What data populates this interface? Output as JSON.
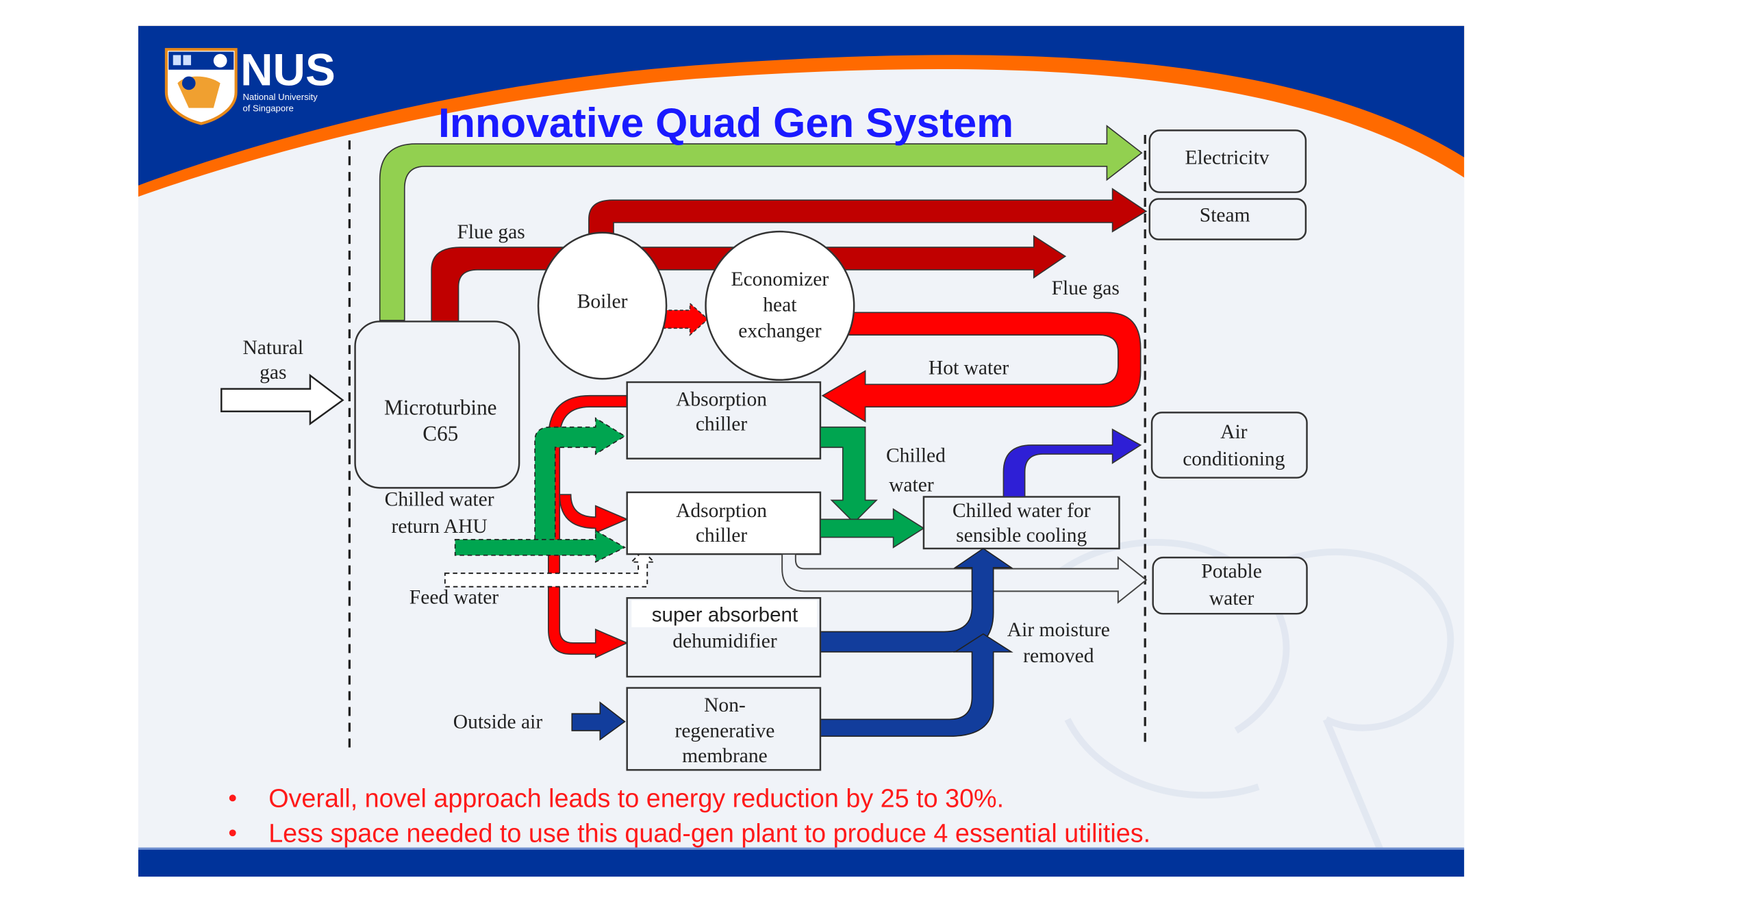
{
  "slide": {
    "title": "Innovative Quad Gen System",
    "logo": {
      "acronym": "NUS",
      "line1": "National University",
      "line2": "of Singapore",
      "icon": "nus-crest-icon"
    },
    "colors": {
      "header_blue": "#00339a",
      "accent_orange": "#ff6a00",
      "background": "#f0f3f8",
      "title_blue": "#1a1aff",
      "bullet_red": "#ff1a1a",
      "electricity_green": "#92d050",
      "flue_red": "#c00000",
      "hot_water_red": "#ff0000",
      "chilled_green": "#00a550",
      "air_blue": "#2e1fd6",
      "moisture_blue": "#123d9c"
    },
    "bullets": [
      "Overall, novel approach leads to energy reduction by 25 to 30%.",
      "Less space needed to use this quad-gen plant to produce 4 essential utilities."
    ]
  },
  "diagram": {
    "inputs": {
      "natural_gas_l1": "Natural",
      "natural_gas_l2": "gas",
      "chilled_return_l1": "Chilled water",
      "chilled_return_l2": "return AHU",
      "feed_water": "Feed water",
      "outside_air": "Outside air"
    },
    "components": {
      "microturbine_l1": "Microturbine",
      "microturbine_l2": "C65",
      "boiler": "Boiler",
      "economizer_l1": "Economizer",
      "economizer_l2": "heat",
      "economizer_l3": "exchanger",
      "absorption_l1": "Absorption",
      "absorption_l2": "chiller",
      "adsorption_l1": "Adsorption",
      "adsorption_l2": "chiller",
      "dehumidifier_l1": "super absorbent",
      "dehumidifier_l2": "dehumidifier",
      "membrane_l1": "Non-",
      "membrane_l2": "regenerative",
      "membrane_l3": "membrane",
      "sensible_l1": "Chilled water for",
      "sensible_l2": "sensible cooling"
    },
    "flow_labels": {
      "flue_gas_top": "Flue gas",
      "flue_gas_right": "Flue gas",
      "hot_water": "Hot water",
      "chilled_water_l1": "Chilled",
      "chilled_water_l2": "water",
      "air_moisture_l1": "Air moisture",
      "air_moisture_l2": "removed"
    },
    "outputs": {
      "electricity": "Electricitv",
      "steam": "Steam",
      "air_conditioning_l1": "Air",
      "air_conditioning_l2": "conditioning",
      "potable_water_l1": "Potable",
      "potable_water_l2": "water"
    }
  }
}
